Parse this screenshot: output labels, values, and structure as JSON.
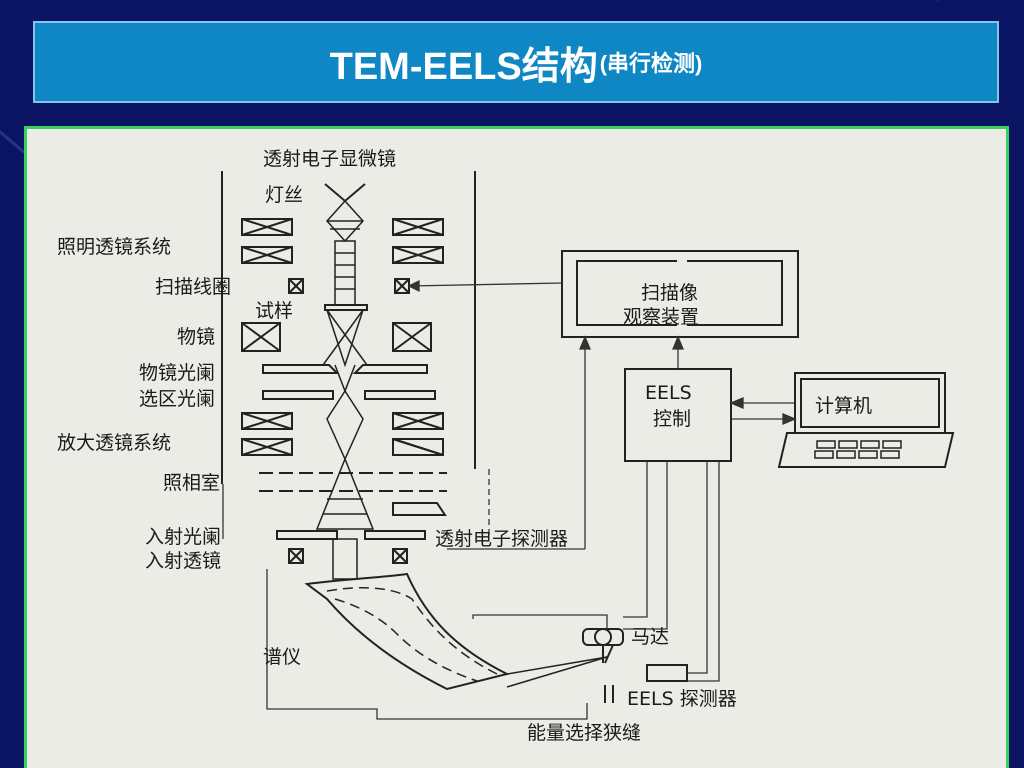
{
  "title": {
    "main": "TEM-EELS结构",
    "sub": "(串行检测)"
  },
  "diagram": {
    "tem": "透射电子显微镜",
    "filament": "灯丝",
    "condenser": "照明透镜系统",
    "scan_coils": "扫描线圈",
    "specimen": "试样",
    "objective": "物镜",
    "obj_aperture": "物镜光阑",
    "sad_aperture": "选区光阑",
    "projector": "放大透镜系统",
    "camera": "照相室",
    "entrance_aperture": "入射光阑",
    "entrance_lens": "入射透镜",
    "spectrometer": "谱仪",
    "scan_display_line1": "扫描像",
    "scan_display_line2": "观察装置",
    "eels_control_line1": "EELS",
    "eels_control_line2": "控制",
    "computer": "计算机",
    "te_detector": "透射电子探测器",
    "motor": "马达",
    "eels_detector": "EELS 探测器",
    "slit": "能量选择狭缝"
  },
  "colors": {
    "background": "#0b1463",
    "title_bar": "#0f87c4",
    "figure_bg": "#ecece6",
    "figure_border": "#38d060"
  }
}
